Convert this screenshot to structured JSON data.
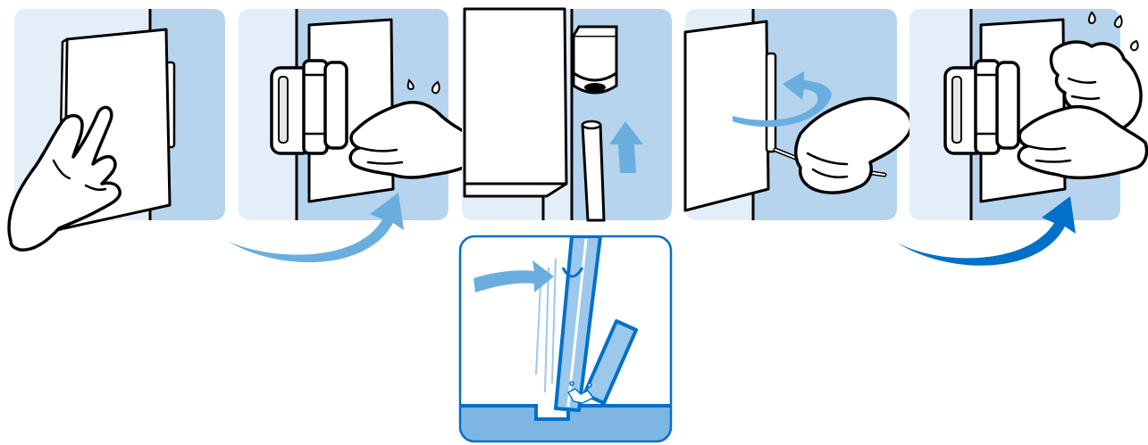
{
  "figure": {
    "panel_count": 6,
    "layout": "five-panels-row-with-one-detail-inset-below-center",
    "colors": {
      "panel_light": "#e4eef8",
      "panel_mid": "#b6d4ee",
      "arrow_light": "#6aaee0",
      "arrow_dark": "#0070c9",
      "outline": "#000000",
      "inset_border": "#0070c9",
      "inset_fill": "#7db5e3"
    },
    "panels": [
      {
        "id": "step-1",
        "depicts": "hand-holding-door-panel",
        "arrow": "none"
      },
      {
        "id": "step-2",
        "depicts": "hand-pressing-hinge-on-panel",
        "arrow": "curved-left-light"
      },
      {
        "id": "step-3",
        "depicts": "post-sliding-up-into-socket",
        "arrow": "up-light"
      },
      {
        "id": "step-4",
        "depicts": "hex-key-turning-screw",
        "arrow": "rotate-light"
      },
      {
        "id": "step-5",
        "depicts": "two-hands-fitting-hinge",
        "arrow": "curved-left-dark"
      },
      {
        "id": "detail",
        "depicts": "tool-prying-insert-from-groove",
        "arrow": "right-light"
      }
    ]
  }
}
